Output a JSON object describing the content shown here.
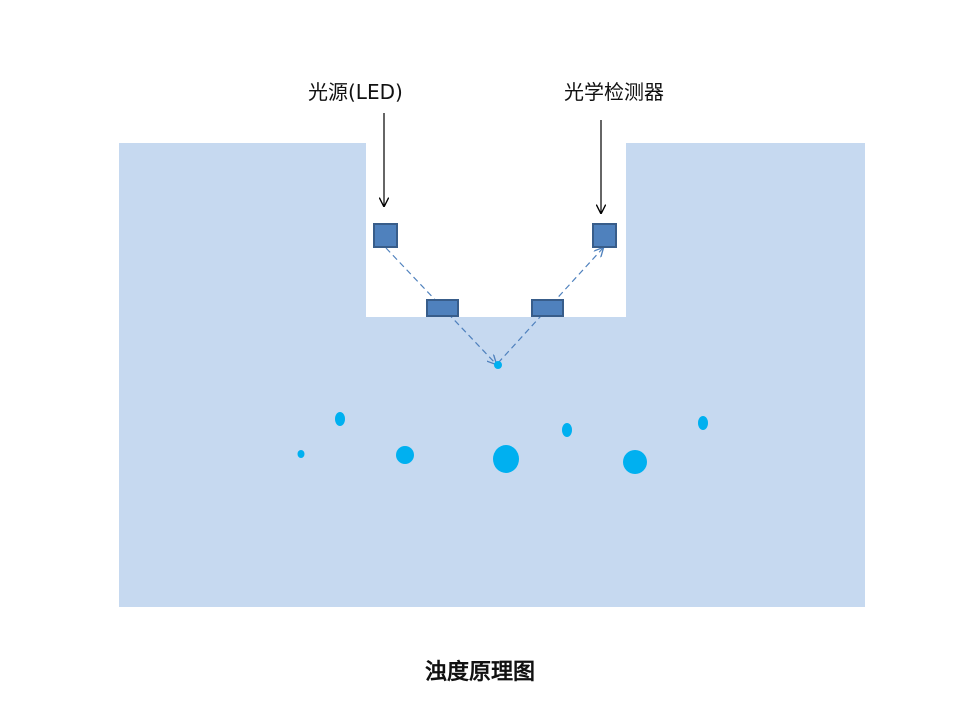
{
  "labels": {
    "light_source": "光源(LED)",
    "detector": "光学检测器",
    "caption": "浊度原理图"
  },
  "colors": {
    "liquid": "#c6d9f0",
    "component_fill": "#4f81bd",
    "component_border": "#385d8a",
    "particle": "#00b0f0",
    "beam": "#4f81bd",
    "pointer": "#000000"
  }
}
